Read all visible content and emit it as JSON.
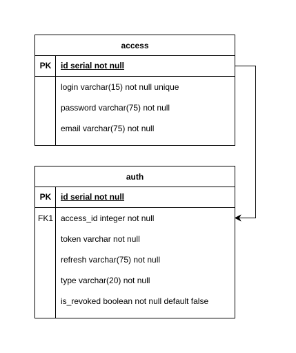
{
  "colors": {
    "stroke": "#000000",
    "background": "#ffffff"
  },
  "entities": {
    "access": {
      "title": "access",
      "pk_key": "PK",
      "pk_field": "id serial not null",
      "fields": [
        {
          "key": "",
          "label": "login varchar(15) not null unique"
        },
        {
          "key": "",
          "label": "password varchar(75) not null"
        },
        {
          "key": "",
          "label": "email varchar(75) not null"
        }
      ]
    },
    "auth": {
      "title": "auth",
      "pk_key": "PK",
      "pk_field": "id serial not null",
      "fields": [
        {
          "key": "FK1",
          "label": "access_id integer not null"
        },
        {
          "key": "",
          "label": "token varchar not null"
        },
        {
          "key": "",
          "label": "refresh varchar(75) not null"
        },
        {
          "key": "",
          "label": "type varchar(20) not null"
        },
        {
          "key": "",
          "label": "is_revoked boolean not null default false"
        }
      ]
    }
  },
  "relationship": {
    "from": "access.id",
    "to": "auth.access_id"
  }
}
